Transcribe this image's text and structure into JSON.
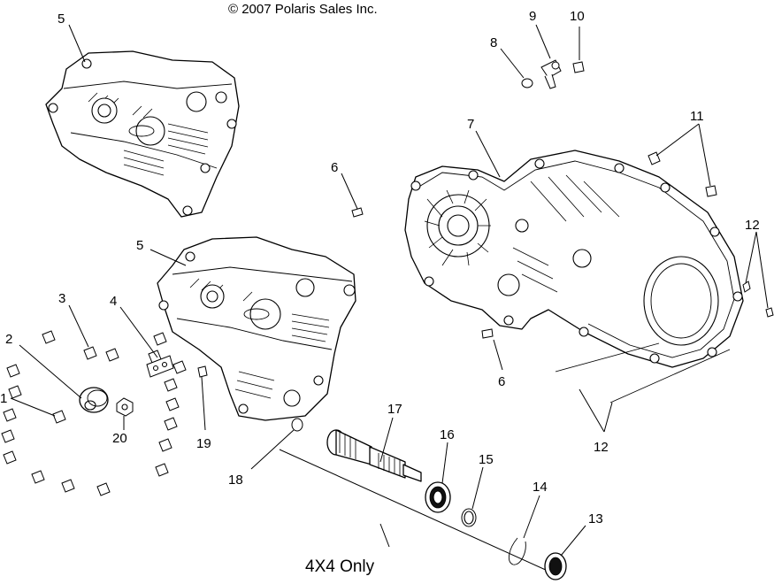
{
  "copyright": "© 2007 Polaris Sales Inc.",
  "note": "4X4 Only",
  "callouts": {
    "c1": "1",
    "c2": "2",
    "c3": "3",
    "c4": "4",
    "c5a": "5",
    "c5b": "5",
    "c6a": "6",
    "c6b": "6",
    "c7": "7",
    "c8": "8",
    "c9": "9",
    "c10": "10",
    "c11": "11",
    "c12a": "12",
    "c12b": "12",
    "c13": "13",
    "c14": "14",
    "c15": "15",
    "c16": "16",
    "c17": "17",
    "c18": "18",
    "c19": "19",
    "c20": "20"
  }
}
